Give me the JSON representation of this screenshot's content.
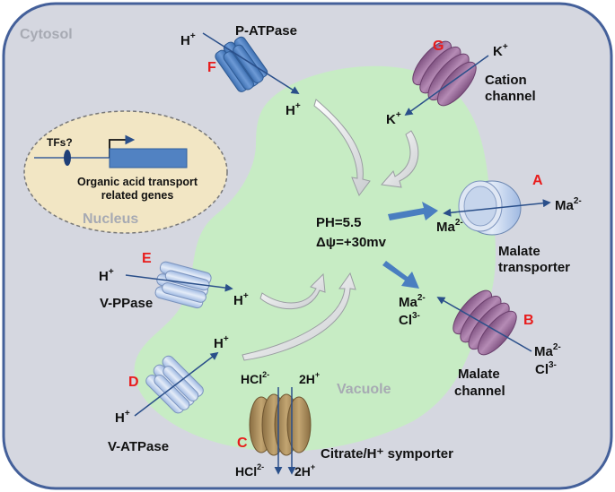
{
  "compartments": {
    "cytosol": "Cytosol",
    "vacuole": "Vacuole",
    "nucleus": "Nucleus"
  },
  "nucleus": {
    "tfs": "TFs?",
    "gene_line1": "Organic acid transport",
    "gene_line2": "related genes"
  },
  "vacuole_state": {
    "ph": "PH=5.5",
    "potential": "Δψ=+30mv"
  },
  "transporters": {
    "A": {
      "letter": "A",
      "name_line1": "Malate",
      "name_line2": "transporter"
    },
    "B": {
      "letter": "B",
      "name_line1": "Malate",
      "name_line2": "channel"
    },
    "C": {
      "letter": "C",
      "name": "Citrate/H⁺ symporter"
    },
    "D": {
      "letter": "D",
      "name": "V-ATPase"
    },
    "E": {
      "letter": "E",
      "name": "V-PPase"
    },
    "F": {
      "letter": "F",
      "name": "P-ATPase"
    },
    "G": {
      "letter": "G",
      "name_line1": "Cation",
      "name_line2": "channel"
    }
  },
  "ions": {
    "h": "H",
    "plus": "+",
    "k": "K",
    "ma": "Ma",
    "ma_charge": "2-",
    "cl": "Cl",
    "cl_charge": "3-",
    "hcl": "HCl",
    "hcl_charge": "2-",
    "two_h": "2H"
  },
  "colors": {
    "cell_fill": "#d5d7e0",
    "cell_stroke": "#44609a",
    "vacuole_fill": "#c7ecc4",
    "nucleus_fill": "#f2e6c4",
    "pump_blue": "#4a7ec0",
    "pump_light": "#b9cdec",
    "channel_purple": "#9a6b9b",
    "symporter_brown": "#a48658",
    "arrow_blue": "#4a7ec0",
    "label_red": "#e81c1c"
  }
}
